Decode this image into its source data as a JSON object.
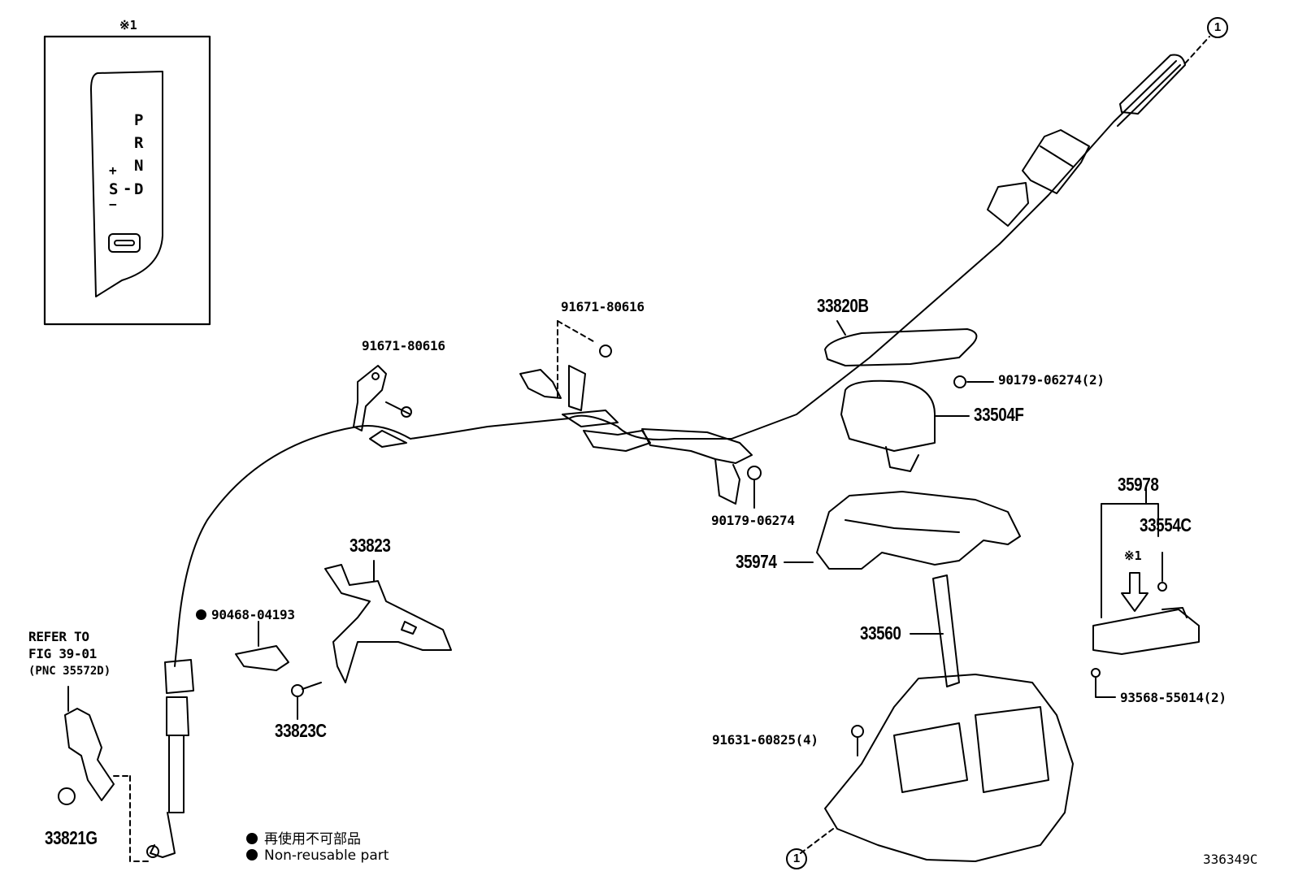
{
  "inset": {
    "mark": "※1",
    "positions": [
      "P",
      "R",
      "N",
      "D"
    ],
    "plus": "+",
    "s": "S",
    "dash": "-",
    "minus": "−"
  },
  "ref_circle": "1",
  "refer_note": {
    "line1": "REFER TO",
    "line2": "FIG 39-01",
    "line3": "(PNC 35572D)"
  },
  "parts": {
    "p33820B": "33820B",
    "p91671_a": "91671-80616",
    "p91671_b": "91671-80616",
    "p90179_2": "90179-06274(2)",
    "p33504F": "33504F",
    "p90179": "90179-06274",
    "p35974": "35974",
    "p35978": "35978",
    "p33554C": "33554C",
    "mark1": "※1",
    "p33823": "33823",
    "p90468": "90468-04193",
    "p33823C": "33823C",
    "p33560": "33560",
    "p93568": "93568-55014(2)",
    "p91631": "91631-60825(4)",
    "p33821G": "33821G"
  },
  "legend": {
    "jp": "再使用不可部品",
    "en": "Non-reusable part"
  },
  "figure_id": "336349C"
}
